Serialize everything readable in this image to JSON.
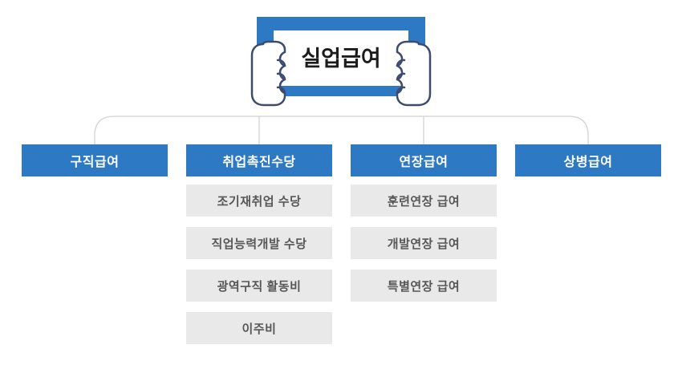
{
  "banner": {
    "label": "실업급여"
  },
  "branches": [
    {
      "label": "구직급여",
      "children": []
    },
    {
      "label": "취업촉진수당",
      "children": [
        "조기재취업 수당",
        "직업능력개발 수당",
        "광역구직 활동비",
        "이주비"
      ]
    },
    {
      "label": "연장급여",
      "children": [
        "훈련연장 급여",
        "개발연장 급여",
        "특별연장 급여"
      ]
    },
    {
      "label": "상병급여",
      "children": []
    }
  ],
  "colors": {
    "accent_blue": "#2e79c4",
    "node_gray": "#e9e9e9",
    "gray_text": "#575757",
    "connector_line": "#d8d8d8",
    "hand_outline": "#3f4b6e"
  }
}
